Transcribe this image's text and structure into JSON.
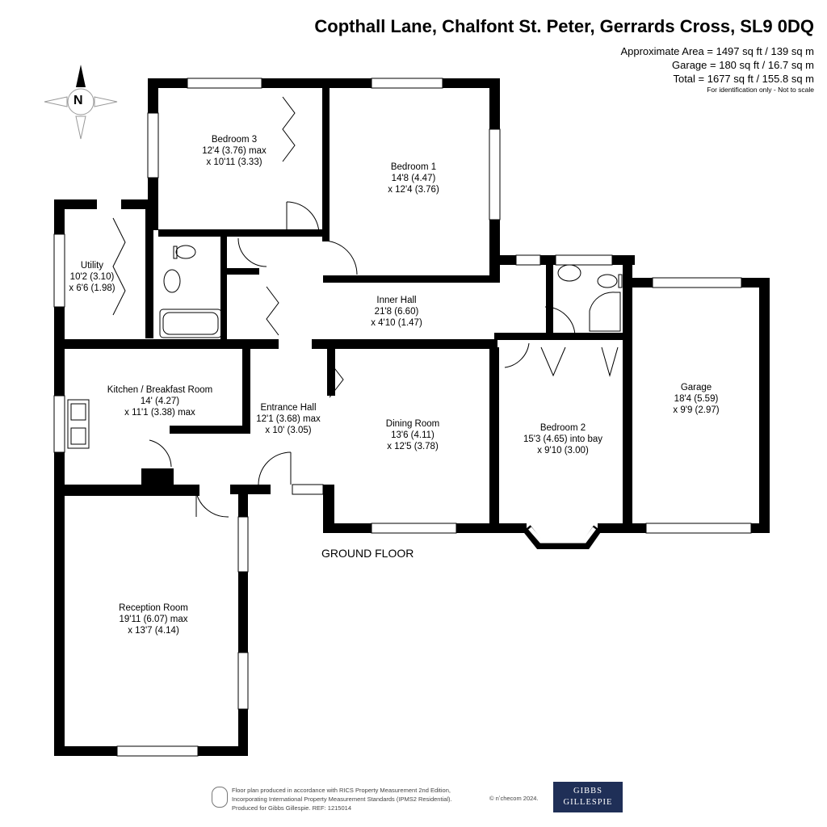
{
  "header": {
    "title": "Copthall Lane, Chalfont St. Peter, Gerrards Cross, SL9 0DQ",
    "approx_area": "Approximate Area = 1497 sq ft / 139 sq m",
    "garage_area": "Garage = 180 sq ft / 16.7 sq m",
    "total_area": "Total = 1677 sq ft / 155.8 sq m",
    "note": "For identification only - Not to scale"
  },
  "compass": {
    "label": "N"
  },
  "floor_label": "GROUND FLOOR",
  "rooms": {
    "bedroom3": {
      "name": "Bedroom 3",
      "dim1": "12'4 (3.76) max",
      "dim2": "x 10'11 (3.33)"
    },
    "bedroom1": {
      "name": "Bedroom 1",
      "dim1": "14'8 (4.47)",
      "dim2": "x 12'4 (3.76)"
    },
    "utility": {
      "name": "Utility",
      "dim1": "10'2 (3.10)",
      "dim2": "x 6'6 (1.98)"
    },
    "inner_hall": {
      "name": "Inner Hall",
      "dim1": "21'8 (6.60)",
      "dim2": "x 4'10 (1.47)"
    },
    "kitchen": {
      "name": "Kitchen / Breakfast Room",
      "dim1": "14' (4.27)",
      "dim2": "x 11'1 (3.38) max"
    },
    "entrance_hall": {
      "name": "Entrance Hall",
      "dim1": "12'1 (3.68) max",
      "dim2": "x 10' (3.05)"
    },
    "dining": {
      "name": "Dining Room",
      "dim1": "13'6 (4.11)",
      "dim2": "x 12'5 (3.78)"
    },
    "bedroom2": {
      "name": "Bedroom 2",
      "dim1": "15'3 (4.65) into bay",
      "dim2": "x 9'10 (3.00)"
    },
    "garage": {
      "name": "Garage",
      "dim1": "18'4 (5.59)",
      "dim2": "x 9'9 (2.97)"
    },
    "reception": {
      "name": "Reception Room",
      "dim1": "19'11 (6.07) max",
      "dim2": "x 13'7 (4.14)"
    }
  },
  "footer": {
    "line1": "Floor plan produced in accordance with RICS Property Measurement 2nd Edition,",
    "line2": "Incorporating International Property Measurement Standards (IPMS2 Residential).",
    "line3": "Produced for Gibbs Gillespie.   REF:  1215014",
    "copyright": "© nʼchecom 2024.",
    "brand_line1": "GIBBS",
    "brand_line2": "GILLESPIE"
  },
  "colors": {
    "wall": "#000000",
    "window": "#ffffff",
    "brand_bg": "#1f2f57"
  }
}
